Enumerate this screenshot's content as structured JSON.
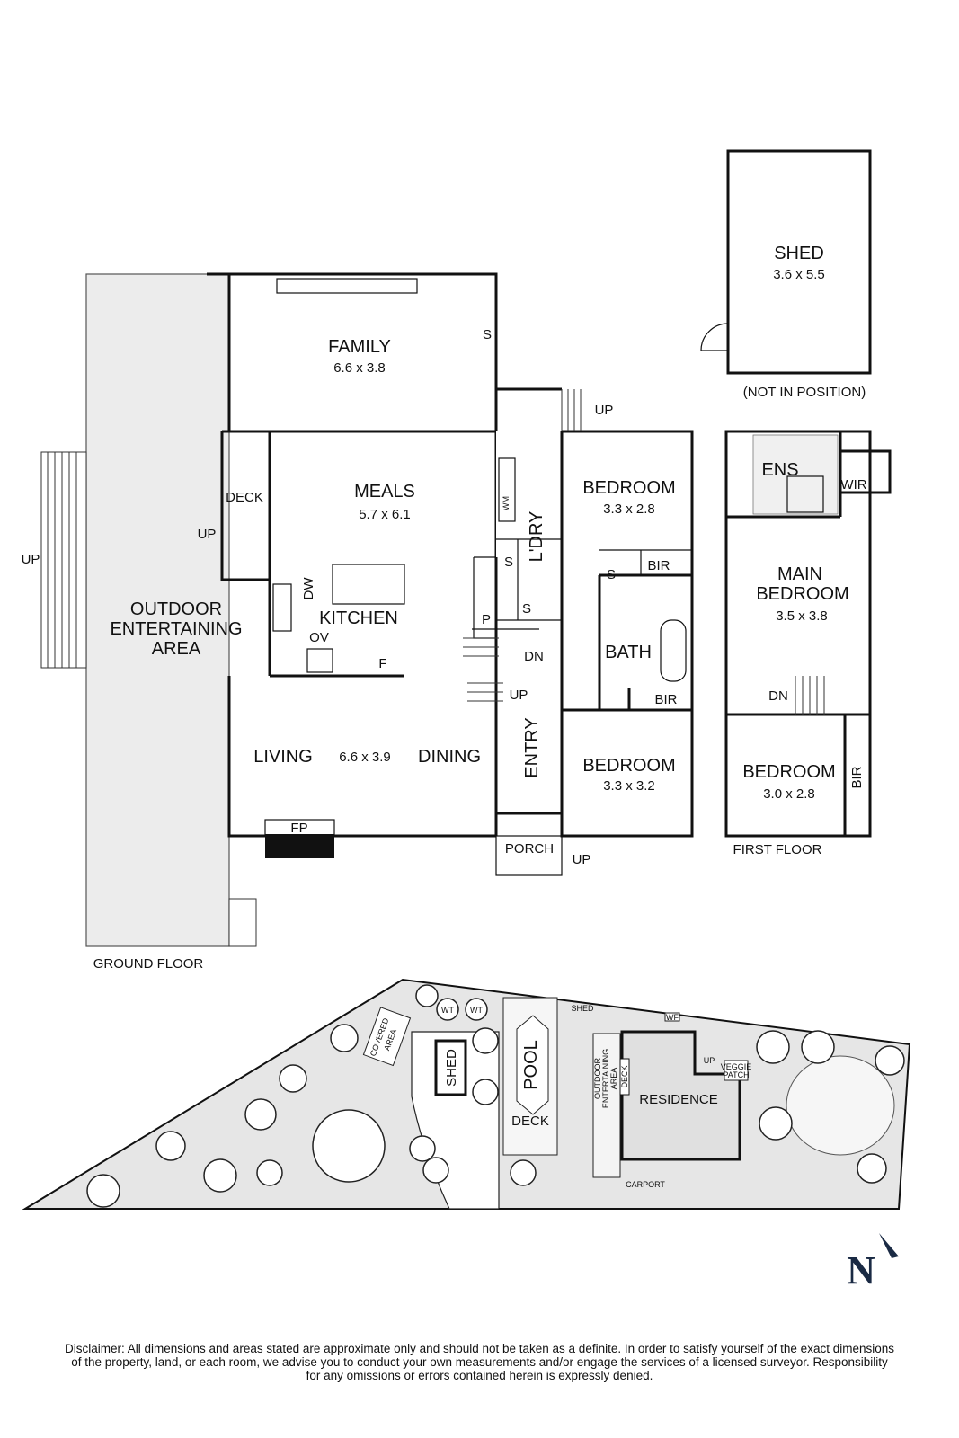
{
  "ground_floor": {
    "title": "GROUND FLOOR",
    "rooms": {
      "outdoor": "OUTDOOR ENTERTAINING AREA",
      "outdoor_l1": "OUTDOOR",
      "outdoor_l2": "ENTERTAINING",
      "outdoor_l3": "AREA",
      "family": "FAMILY",
      "family_dim": "6.6 x 3.8",
      "meals": "MEALS",
      "meals_dim": "5.7 x 6.1",
      "kitchen": "KITCHEN",
      "deck": "DECK",
      "living": "LIVING",
      "living_dim": "6.6 x 3.9",
      "dining": "DINING",
      "laundry": "L'DRY",
      "bath": "BATH",
      "entry": "ENTRY",
      "porch": "PORCH",
      "bedroom1": "BEDROOM",
      "bedroom1_dim": "3.3 x 2.8",
      "bedroom2": "BEDROOM",
      "bedroom2_dim": "3.3 x 3.2"
    },
    "marks": {
      "up": "UP",
      "dn": "DN",
      "s": "S",
      "p": "P",
      "f": "F",
      "ov": "OV",
      "dw": "DW",
      "fp": "FP",
      "bir": "BIR",
      "wm": "WM"
    }
  },
  "shed": {
    "name": "SHED",
    "dim": "3.6 x 5.5",
    "note": "(NOT IN POSITION)"
  },
  "first_floor": {
    "title": "FIRST FLOOR",
    "ens": "ENS",
    "wir": "WIR",
    "main_l1": "MAIN",
    "main_l2": "BEDROOM",
    "main_dim": "3.5 x 3.8",
    "bedroom": "BEDROOM",
    "bedroom_dim": "3.0 x 2.8",
    "bir": "BIR",
    "dn": "DN"
  },
  "site_plan": {
    "covered_l1": "COVERED",
    "covered_l2": "AREA",
    "wt": "WT",
    "shed": "SHED",
    "pool": "POOL",
    "deck": "DECK",
    "small_shed": "SHED",
    "outdoor_l1": "OUTDOOR",
    "outdoor_l2": "ENTERTAINING",
    "outdoor_l3": "AREA",
    "residence_deck": "DECK",
    "residence": "RESIDENCE",
    "carport": "CARPORT",
    "veggie_l1": "VEGGIE",
    "veggie_l2": "PATCH",
    "wf": "WF",
    "up": "UP"
  },
  "compass": "N",
  "disclaimer_lines": [
    "Disclaimer: All dimensions and areas stated are approximate only and should not be taken as a definite. In order to satisfy yourself of the exact dimensions",
    "of the property, land, or each room, we advise you to conduct your own measurements and/or engage the services of a licensed surveyor. Responsibility",
    "for any omissions or errors contained herein is expressly denied."
  ]
}
